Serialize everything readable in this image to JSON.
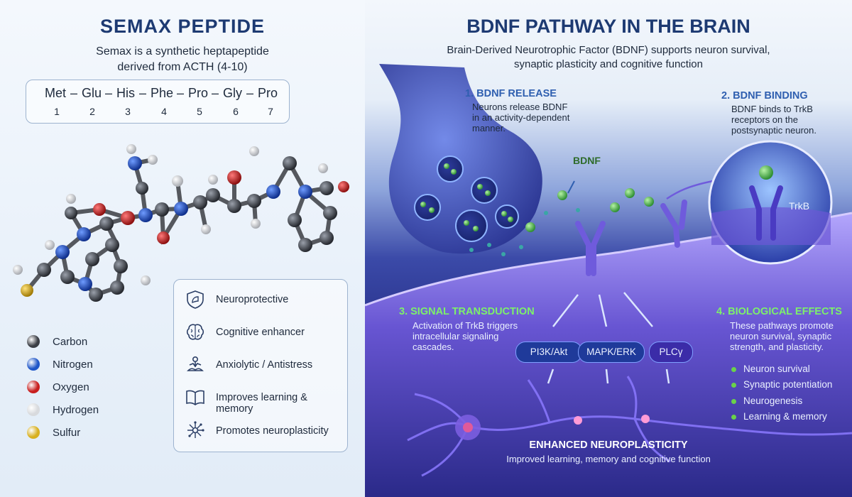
{
  "left": {
    "title": "SEMAX PEPTIDE",
    "subtitle_line1": "Semax is a synthetic heptapeptide",
    "subtitle_line2": "derived from ACTH (4-10)",
    "sequence": [
      {
        "aa": "Met",
        "num": "1"
      },
      {
        "aa": "Glu",
        "num": "2"
      },
      {
        "aa": "His",
        "num": "3"
      },
      {
        "aa": "Phe",
        "num": "4"
      },
      {
        "aa": "Pro",
        "num": "5"
      },
      {
        "aa": "Gly",
        "num": "6"
      },
      {
        "aa": "Pro",
        "num": "7"
      }
    ],
    "sequence_separator": "–",
    "legend": [
      {
        "label": "Carbon",
        "color": "#3a3d44"
      },
      {
        "label": "Nitrogen",
        "color": "#1f56c8"
      },
      {
        "label": "Oxygen",
        "color": "#c81f1f"
      },
      {
        "label": "Hydrogen",
        "color": "#d8dadd"
      },
      {
        "label": "Sulfur",
        "color": "#d8b020"
      }
    ],
    "properties": [
      {
        "label": "Neuroprotective",
        "icon": "shield-icon"
      },
      {
        "label": "Cognitive enhancer",
        "icon": "brain-icon"
      },
      {
        "label": "Anxiolytic / Antistress",
        "icon": "meditation-icon"
      },
      {
        "label": "Improves learning & memory",
        "icon": "book-icon"
      },
      {
        "label": "Promotes neuroplasticity",
        "icon": "network-icon"
      }
    ]
  },
  "right": {
    "title": "BDNF PATHWAY IN THE BRAIN",
    "subtitle_line1": "Brain-Derived Neurotrophic Factor (BDNF) supports neuron survival,",
    "subtitle_line2": "synaptic plasticity and cognitive function",
    "steps": {
      "release": {
        "title": "1. BDNF RELEASE",
        "lines": [
          "Neurons release BDNF",
          "in an activity-dependent",
          "manner."
        ]
      },
      "binding": {
        "title": "2. BDNF BINDING",
        "lines": [
          "BDNF binds to TrkB",
          "receptors on the",
          "postsynaptic neuron."
        ]
      },
      "transduction": {
        "title": "3. SIGNAL TRANSDUCTION",
        "lines": [
          "Activation of TrkB triggers",
          "intracellular signaling",
          "cascades."
        ]
      },
      "effects": {
        "title": "4. BIOLOGICAL EFFECTS",
        "lines": [
          "These pathways promote",
          "neuron survival, synaptic",
          "strength, and plasticity."
        ]
      }
    },
    "bdnf_label": "BDNF",
    "trkb_label": "TrkB",
    "pathways": [
      "PI3K/Akt",
      "MAPK/ERK",
      "PLCγ"
    ],
    "effects_list": [
      "Neuron survival",
      "Synaptic potentiation",
      "Neurogenesis",
      "Learning & memory"
    ],
    "bottom_title": "ENHANCED NEUROPLASTICITY",
    "bottom_subtitle": "Improved learning, memory and cognitive function"
  },
  "colors": {
    "title": "#1d3a72",
    "step_title_gold": "#2f5fb0",
    "step_title_green": "#3fa83a",
    "bullet_green": "#6ad24a"
  }
}
